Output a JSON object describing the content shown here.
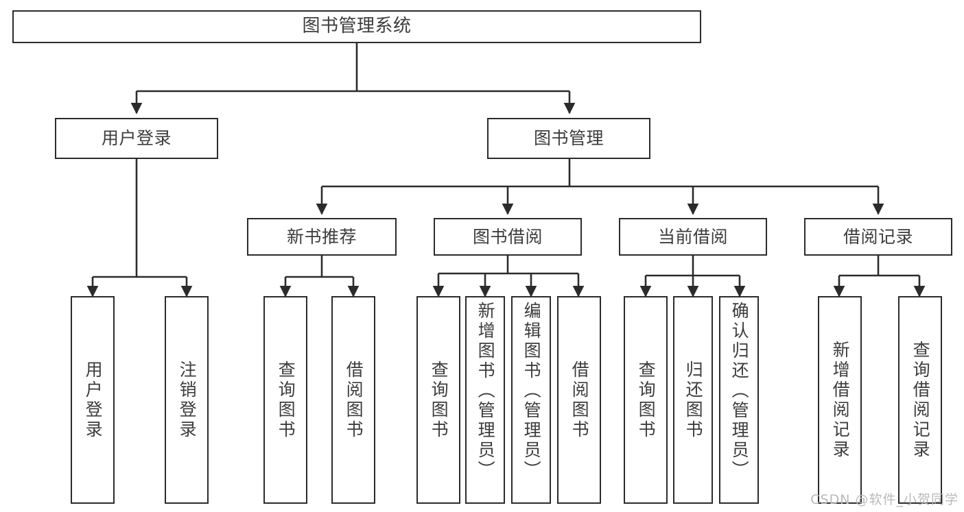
{
  "diagram": {
    "title": "图书管理系统",
    "type": "tree-hierarchy-diagram",
    "watermark": "CSDN @软件_小贺同学",
    "colors": {
      "stroke": "#2b2b2b",
      "text": "#3c3c3c",
      "background": "#ffffff",
      "watermark": "#b9b9b9"
    }
  },
  "nodes": {
    "root": {
      "label": "图书管理系统"
    },
    "level2": [
      {
        "id": "user-login",
        "label": "用户登录"
      },
      {
        "id": "book-management",
        "label": "图书管理"
      }
    ],
    "level3": [
      {
        "id": "new-book-recommend",
        "label": "新书推荐"
      },
      {
        "id": "book-borrow",
        "label": "图书借阅"
      },
      {
        "id": "current-borrow",
        "label": "当前借阅"
      },
      {
        "id": "borrow-record",
        "label": "借阅记录"
      }
    ],
    "leaves": {
      "user_login": [
        {
          "id": "leaf-user-login",
          "label": "用户登录"
        },
        {
          "id": "leaf-logout-login",
          "label": "注销登录"
        }
      ],
      "new_book_recommend": [
        {
          "id": "leaf-query-book-1",
          "label": "查询图书"
        },
        {
          "id": "leaf-borrow-book-1",
          "label": "借阅图书"
        }
      ],
      "book_borrow": [
        {
          "id": "leaf-query-book-2",
          "label": "查询图书"
        },
        {
          "id": "leaf-add-book",
          "label": "新增图书（管理员）"
        },
        {
          "id": "leaf-edit-book",
          "label": "编辑图书（管理员）"
        },
        {
          "id": "leaf-borrow-book-2",
          "label": "借阅图书"
        }
      ],
      "current_borrow": [
        {
          "id": "leaf-query-book-3",
          "label": "查询图书"
        },
        {
          "id": "leaf-return-book",
          "label": "归还图书"
        },
        {
          "id": "leaf-confirm-return",
          "label": "确认归还（管理员）"
        }
      ],
      "borrow_record": [
        {
          "id": "leaf-add-record",
          "label": "新增借阅记录"
        },
        {
          "id": "leaf-query-record",
          "label": "查询借阅记录"
        }
      ]
    }
  }
}
